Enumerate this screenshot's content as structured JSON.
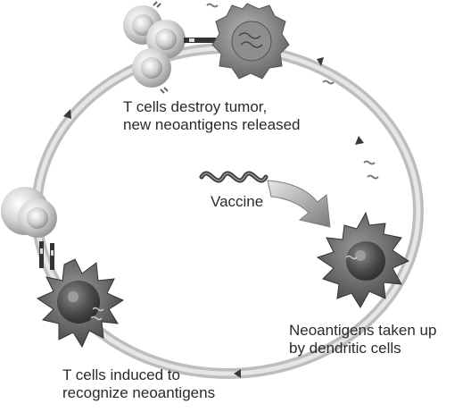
{
  "labels": {
    "tumor_destroyed": [
      "T cells destroy tumor,",
      "new neoantigens released"
    ],
    "vaccine": "Vaccine",
    "dendritic_uptake": [
      "Neoantigens taken up",
      "by dendritic cells"
    ],
    "tcell_induction": [
      "T cells induced to",
      "recognize neoantigens"
    ]
  }
}
